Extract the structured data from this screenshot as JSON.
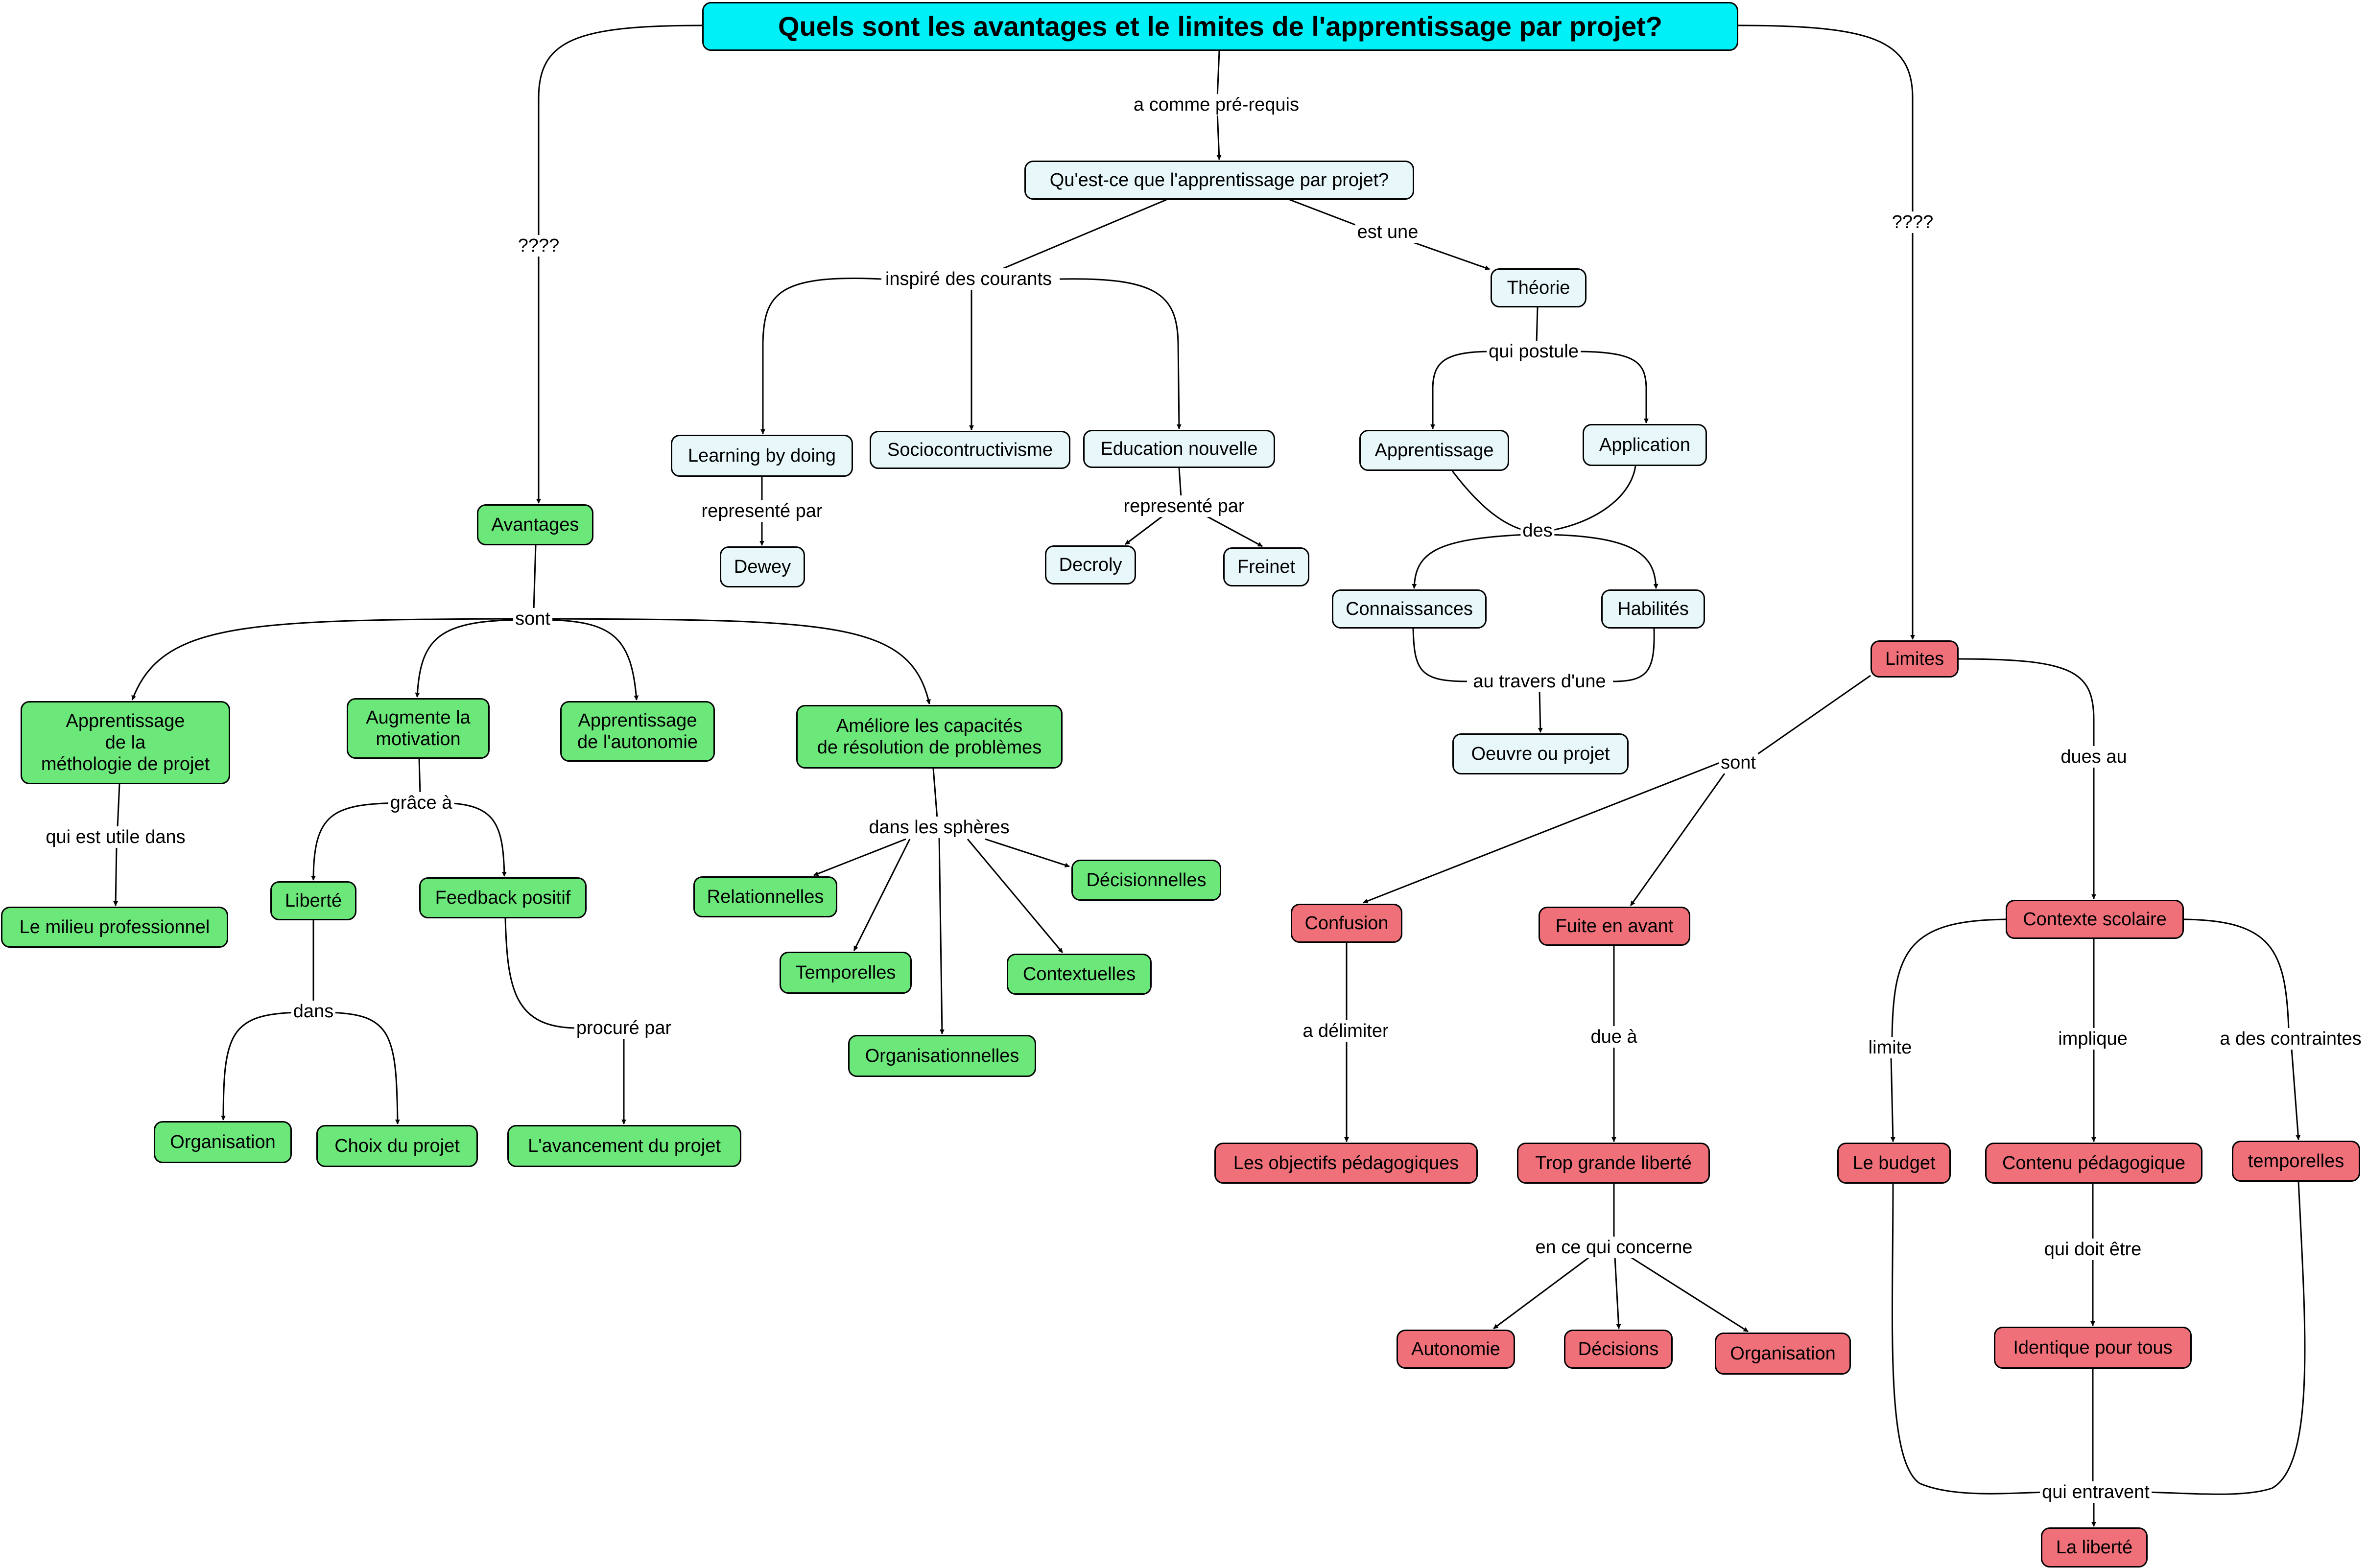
{
  "title": "Quels sont les avantages et le limites de l'apprentissage par projet?",
  "concepts": {
    "quest": "Qu'est-ce que l'apprentissage par projet?",
    "learning": "Learning by doing",
    "socio": "Sociocontructivisme",
    "educ": "Education nouvelle",
    "dewey": "Dewey",
    "decroly": "Decroly",
    "freinet": "Freinet",
    "theorie": "Théorie",
    "apprentissage": "Apprentissage",
    "application": "Application",
    "connaissances": "Connaissances",
    "habiletes": "Habilités",
    "oeuvre": "Oeuvre ou projet",
    "avantages": "Avantages",
    "methodo": "Apprentissage\nde la\nméthologie de projet",
    "motivation": "Augmente la\nmotivation",
    "autonomie_app": "Apprentissage\nde l'autonomie",
    "ameliore": "Améliore les capacités\nde résolution de problèmes",
    "milieu": "Le milieu professionnel",
    "liberte_g": "Liberté",
    "feedback": "Feedback positif",
    "organisation_g": "Organisation",
    "choix": "Choix du projet",
    "avancement": "L'avancement du projet",
    "relationnelles": "Relationnelles",
    "decisionnelles": "Décisionnelles",
    "temporelles_g": "Temporelles",
    "contextuelles": "Contextuelles",
    "organisationnelles": "Organisationnelles",
    "limites": "Limites",
    "confusion": "Confusion",
    "fuite": "Fuite en avant",
    "contexte": "Contexte scolaire",
    "objectifs": "Les objectifs pédagogiques",
    "trop": "Trop grande liberté",
    "autonomie_r": "Autonomie",
    "decisions": "Décisions",
    "organisation_r": "Organisation",
    "budget": "Le budget",
    "contenu": "Contenu pédagogique",
    "temporelles_r": "temporelles",
    "identique": "Identique pour tous",
    "liberte_r": "La liberté"
  },
  "links": {
    "l_prereq": "a comme pré-requis",
    "l_q_left": "????",
    "l_q_right": "????",
    "l_inspire": "inspiré des courants",
    "l_estune": "est une",
    "l_rep1": "representé par",
    "l_rep2": "representé par",
    "l_postule": "qui postule",
    "l_des": "des",
    "l_travers": "au travers d'une",
    "l_sont_g": "sont",
    "l_utile": "qui est utile dans",
    "l_grace": "grâce à",
    "l_dans": "dans",
    "l_procure": "procuré par",
    "l_spheres": "dans les sphères",
    "l_sont_r": "sont",
    "l_dues": "dues au",
    "l_delimiter": "a délimiter",
    "l_due": "due à",
    "l_concerne": "en ce qui concerne",
    "l_limite": "limite",
    "l_implique": "implique",
    "l_contraintes": "a des contraintes",
    "l_doit": "qui doit être",
    "l_entravent": "qui entravent"
  },
  "colors": {
    "root": "#00f0f8",
    "definition": "#e8f8fa",
    "advantages": "#6ce87a",
    "limits": "#f0707a"
  }
}
